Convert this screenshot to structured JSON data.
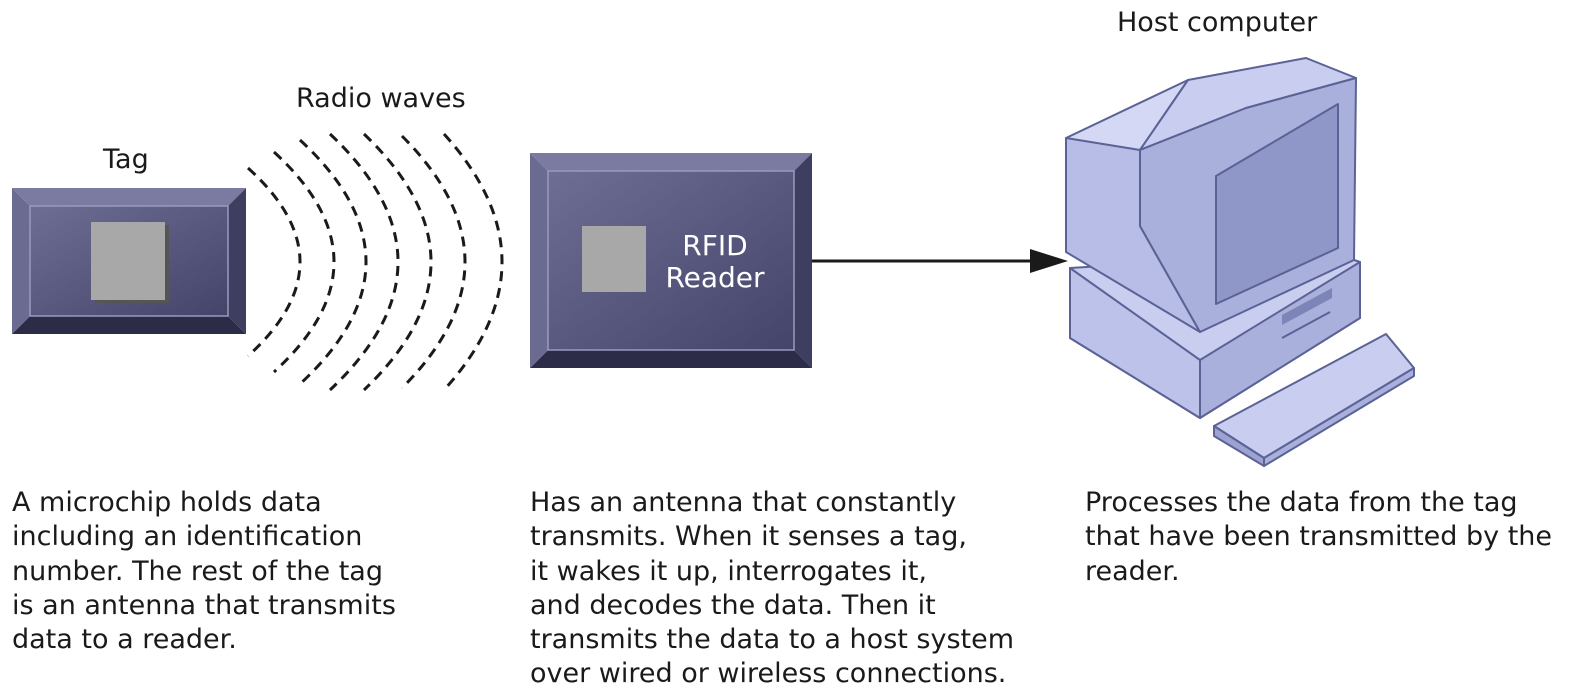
{
  "labels": {
    "tag": "Tag",
    "radio_waves": "Radio waves",
    "host_computer": "Host computer",
    "reader_line1": "RFID",
    "reader_line2": "Reader"
  },
  "descriptions": {
    "tag": "A microchip holds data\nincluding an identification\nnumber. The rest of the tag\nis an antenna that transmits\ndata to a reader.",
    "reader": "Has an antenna that constantly\ntransmits. When it senses a tag,\nit wakes it up, interrogates it,\nand decodes the data. Then it\ntransmits the data to a host system\nover wired or wireless connections.",
    "host": "Processes the data from the tag\nthat have been transmitted by the\nreader."
  },
  "colors": {
    "box_face": "#5a5a80",
    "box_top_bevel": "#7a7aa0",
    "box_bottom_bevel": "#2e2e4c",
    "chip": "#a8a8a8",
    "computer_light": "#c9cef0",
    "computer_mid": "#aab0dc",
    "computer_screen": "#8f96c8",
    "computer_outline": "#5a6296",
    "waves": "#1a1a1a",
    "arrow": "#1a1a1a"
  }
}
